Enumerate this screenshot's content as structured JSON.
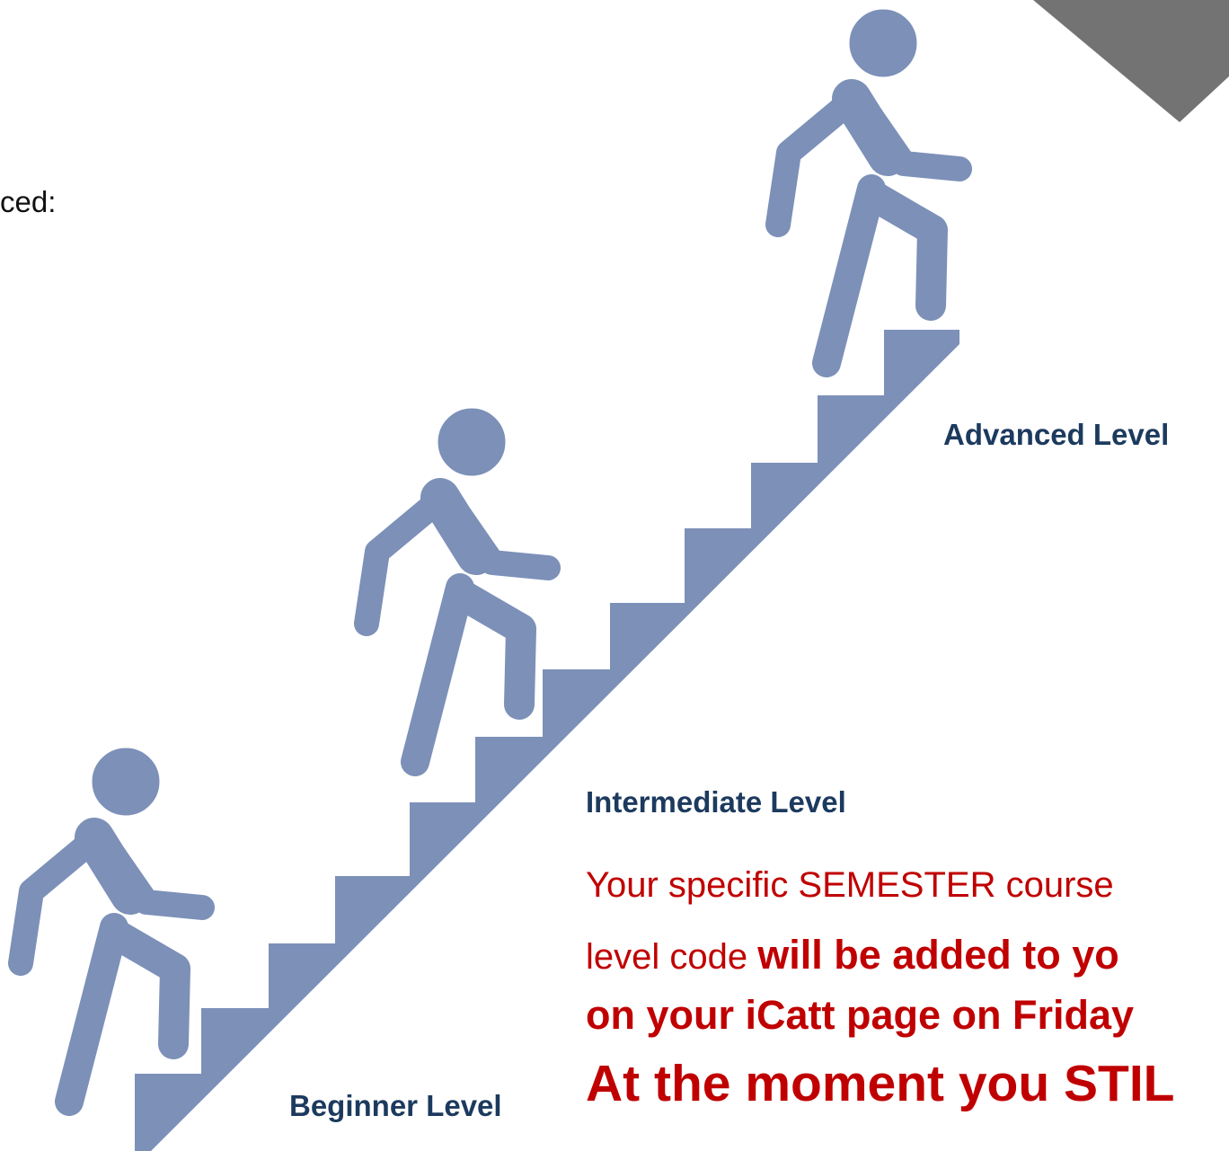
{
  "fragment_text": "ced:",
  "levels": {
    "advanced": "Advanced Level",
    "intermediate": "Intermediate Level",
    "beginner": "Beginner Level"
  },
  "notice": {
    "line1": "Your specific SEMESTER course",
    "line2_plain": "level code ",
    "line2_bold": "will be added to yo",
    "line3": "on your iCatt page on Friday",
    "line4": "At the moment you STIL"
  },
  "colors": {
    "figure": "#7c90b8",
    "label": "#1c3a5e",
    "notice": "#c00000",
    "corner": "#737373"
  },
  "icons": [
    "walking-person-icon",
    "staircase-icon"
  ]
}
